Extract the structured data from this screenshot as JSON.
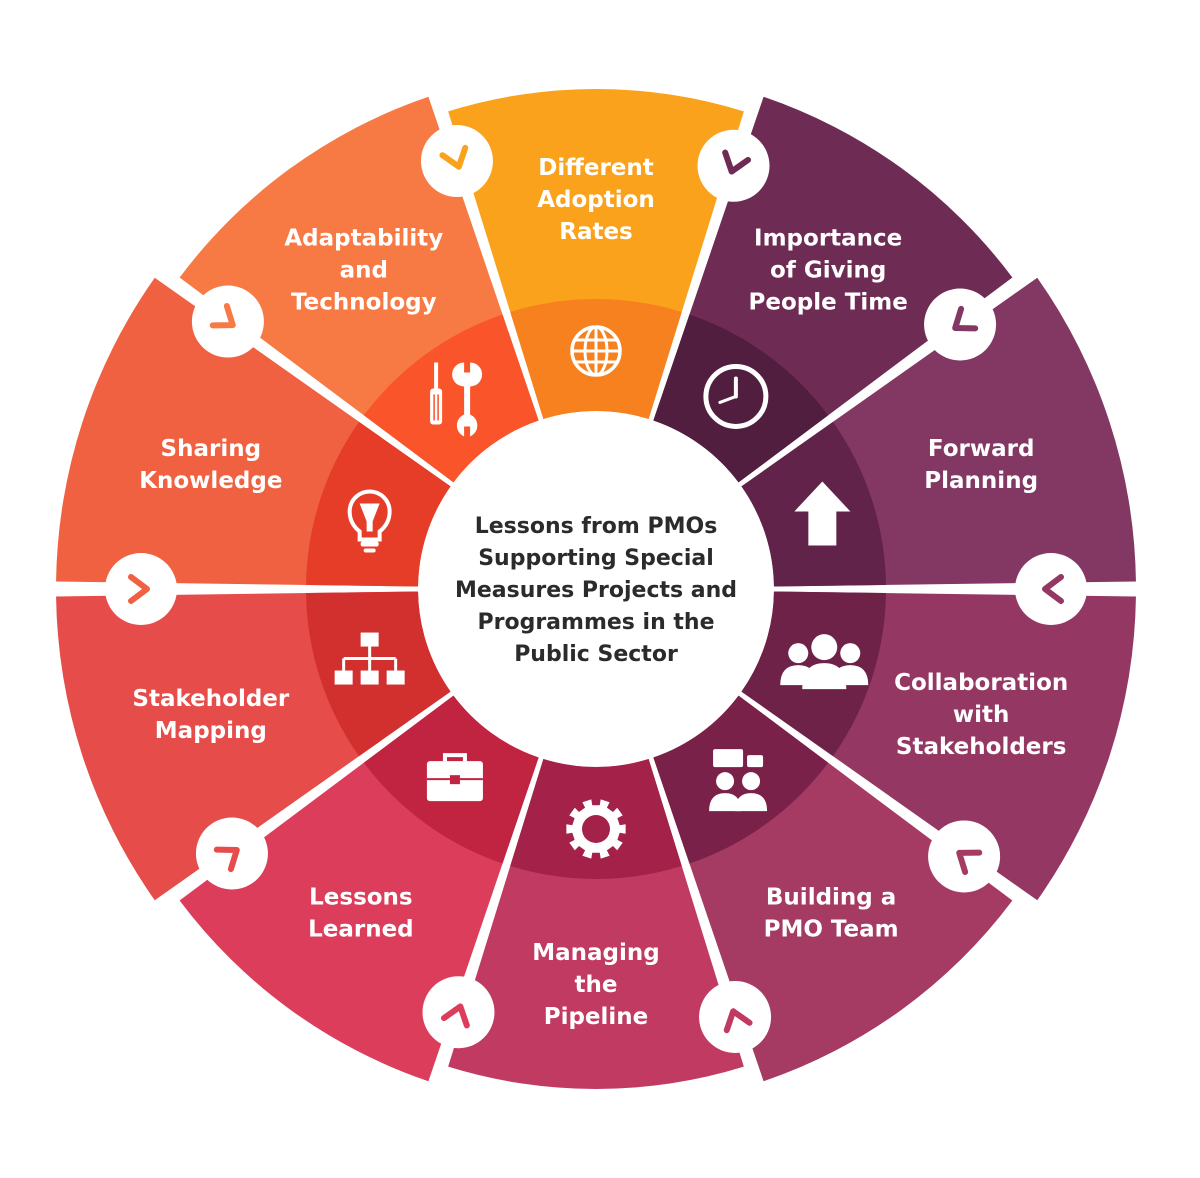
{
  "center": {
    "lines": [
      "Lessons from PMOs",
      "Supporting Special",
      "Measures Projects and",
      "Programmes in the",
      "Public Sector"
    ]
  },
  "segments": [
    {
      "id": "different-adoption-rates",
      "lines": [
        "Different",
        "Adoption",
        "Rates"
      ],
      "color": "#FAA21B",
      "inner_color": "#F7811E",
      "icon": "globe-icon"
    },
    {
      "id": "importance-of-giving-people-time",
      "lines": [
        "Importance",
        "of Giving",
        "People Time"
      ],
      "color": "#6E2C54",
      "inner_color": "#521E3F",
      "icon": "clock-icon"
    },
    {
      "id": "forward-planning",
      "lines": [
        "Forward",
        "Planning"
      ],
      "color": "#833863",
      "inner_color": "#62234A",
      "icon": "up-arrow-icon"
    },
    {
      "id": "collaboration-with-stakeholders",
      "lines": [
        "Collaboration",
        "with",
        "Stakeholders"
      ],
      "color": "#943863",
      "inner_color": "#6E2248",
      "icon": "group-icon"
    },
    {
      "id": "building-a-pmo-team",
      "lines": [
        "Building a",
        "PMO Team"
      ],
      "color": "#A53A63",
      "inner_color": "#7A2149",
      "icon": "team-chat-icon"
    },
    {
      "id": "managing-the-pipeline",
      "lines": [
        "Managing",
        "the",
        "Pipeline"
      ],
      "color": "#C13A62",
      "inner_color": "#A4224A",
      "icon": "gear-icon"
    },
    {
      "id": "lessons-learned",
      "lines": [
        "Lessons",
        "Learned"
      ],
      "color": "#DC3D5B",
      "inner_color": "#C12440",
      "icon": "briefcase-icon"
    },
    {
      "id": "stakeholder-mapping",
      "lines": [
        "Stakeholder",
        "Mapping"
      ],
      "color": "#E54C4A",
      "inner_color": "#D1302E",
      "icon": "org-chart-icon"
    },
    {
      "id": "sharing-knowledge",
      "lines": [
        "Sharing",
        "Knowledge"
      ],
      "color": "#EF6141",
      "inner_color": "#E53D28",
      "icon": "lightbulb-icon"
    },
    {
      "id": "adaptability-and-technology",
      "lines": [
        "Adaptability",
        "and",
        "Technology"
      ],
      "color": "#F77A44",
      "inner_color": "#F9542A",
      "icon": "tools-icon"
    }
  ]
}
